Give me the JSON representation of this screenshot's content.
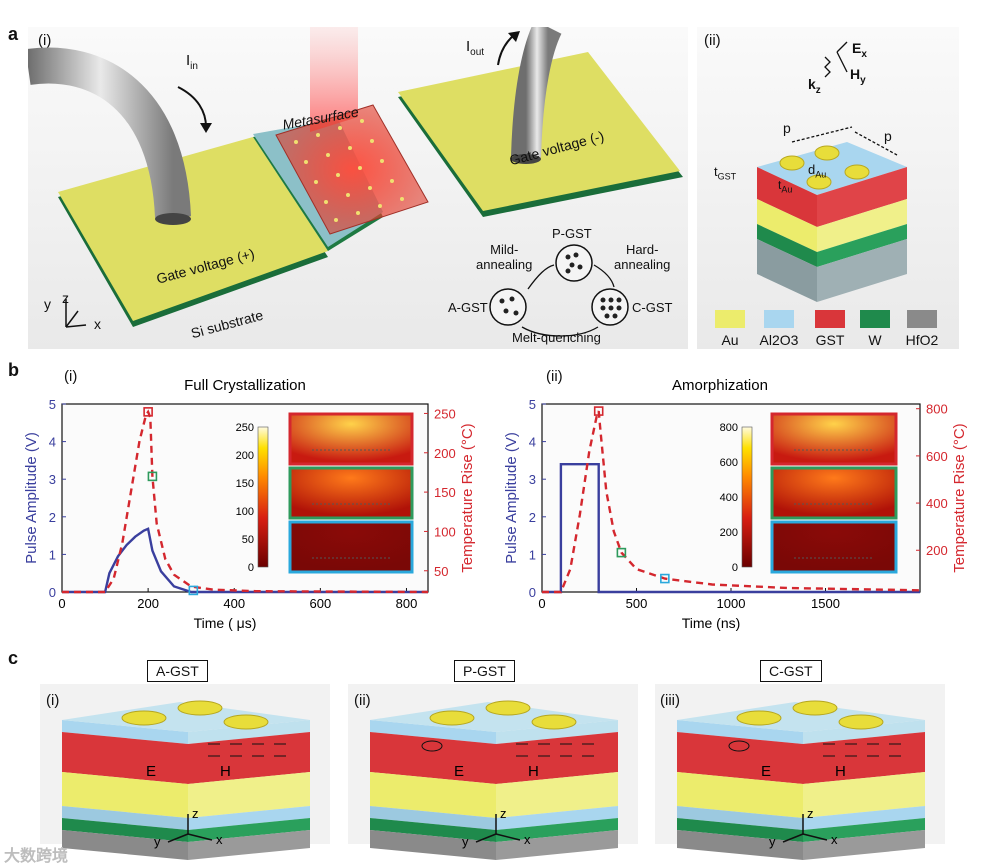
{
  "panel_a": {
    "letter": "a",
    "sub_i": "(i)",
    "sub_ii": "(ii)",
    "i_in": "I",
    "i_in_sub": "in",
    "i_out": "I",
    "i_out_sub": "out",
    "metasurface": "Metasurface",
    "gate_plus": "Gate voltage (+)",
    "gate_minus": "Gate voltage (-)",
    "substrate": "Si substrate",
    "axes": {
      "y": "y",
      "z": "z",
      "x": "x"
    },
    "cycle": {
      "pgst": "P-GST",
      "agst": "A-GST",
      "cgst": "C-GST",
      "mild": "Mild-",
      "mild2": "annealing",
      "hard": "Hard-",
      "hard2": "annealing",
      "melt": "Melt-quenching"
    },
    "unit_cell": {
      "ex": "E",
      "ex_sub": "x",
      "hy": "H",
      "hy_sub": "y",
      "kz": "k",
      "kz_sub": "z",
      "p1": "p",
      "p2": "p",
      "tgst": "t",
      "tgst_sub": "GST",
      "dau": "d",
      "dau_sub": "Au",
      "tau": "t",
      "tau_sub": "Au"
    },
    "legend": [
      {
        "label": "Au",
        "color": "#ecec6c"
      },
      {
        "label": "Al2O3",
        "color": "#a9d6ef"
      },
      {
        "label": "GST",
        "color": "#d9363a"
      },
      {
        "label": "W",
        "color": "#1f8a4c"
      },
      {
        "label": "HfO2",
        "color": "#8a8a8a"
      }
    ]
  },
  "panel_b": {
    "letter": "b",
    "sub_i": "(i)",
    "sub_ii": "(ii)"
  },
  "chart_data": [
    {
      "type": "line",
      "title": "Full Crystallization",
      "xlabel": "Time ( μs)",
      "ylabel_left": "Pulse Amplitude (V)",
      "ylabel_right": "Temperature Rise (°C)",
      "xlim": [
        0,
        850
      ],
      "ylim_left": [
        0,
        5
      ],
      "ylim_right": [
        23,
        262
      ],
      "x_ticks": [
        "0",
        "200",
        "400",
        "600",
        "800"
      ],
      "y_left_ticks": [
        "0",
        "1",
        "2",
        "3",
        "4",
        "5"
      ],
      "y_right_ticks": [
        "50",
        "100",
        "150",
        "200",
        "250"
      ],
      "colorbar_ticks": [
        "0",
        "50",
        "100",
        "150",
        "200",
        "250"
      ],
      "series": [
        {
          "axis": "left",
          "color": "#3a3f9e",
          "style": "solid",
          "x": [
            0,
            100,
            110,
            130,
            150,
            170,
            190,
            200,
            210,
            230,
            260,
            300,
            850
          ],
          "y": [
            0,
            0,
            0.5,
            0.95,
            1.25,
            1.47,
            1.63,
            1.68,
            1.1,
            0.55,
            0.15,
            0,
            0
          ]
        },
        {
          "axis": "right",
          "color": "#d4272e",
          "style": "dashed",
          "x": [
            0,
            100,
            120,
            140,
            160,
            180,
            195,
            200,
            205,
            210,
            220,
            240,
            260,
            300,
            350,
            450,
            850
          ],
          "y": [
            23,
            23,
            40,
            85,
            150,
            215,
            248,
            252,
            245,
            170,
            110,
            65,
            45,
            30,
            26,
            24,
            23
          ]
        }
      ],
      "markers": [
        {
          "x": 200,
          "y_right": 252,
          "color": "#d4272e"
        },
        {
          "x": 210,
          "y_right": 170,
          "color": "#2e9a5c"
        },
        {
          "x": 305,
          "y_right": 25,
          "color": "#2aa8dc"
        }
      ]
    },
    {
      "type": "line",
      "title": "Amorphization",
      "xlabel": "Time (ns)",
      "ylabel_left": "Pulse Amplitude (V)",
      "ylabel_right": "Temperature Rise (°C)",
      "xlim": [
        0,
        2000
      ],
      "ylim_left": [
        0,
        5
      ],
      "ylim_right": [
        23,
        820
      ],
      "x_ticks": [
        "0",
        "500",
        "1000",
        "1500"
      ],
      "y_left_ticks": [
        "0",
        "1",
        "2",
        "3",
        "4",
        "5"
      ],
      "y_right_ticks": [
        "200",
        "400",
        "600",
        "800"
      ],
      "colorbar_ticks": [
        "0",
        "200",
        "400",
        "600",
        "800"
      ],
      "series": [
        {
          "axis": "left",
          "color": "#3a3f9e",
          "style": "solid",
          "x": [
            0,
            100,
            100,
            300,
            300,
            2000
          ],
          "y": [
            0,
            0,
            3.4,
            3.4,
            0,
            0
          ]
        },
        {
          "axis": "right",
          "color": "#d4272e",
          "style": "dashed",
          "x": [
            0,
            100,
            150,
            200,
            250,
            290,
            300,
            310,
            340,
            380,
            420,
            500,
            650,
            900,
            1300,
            2000
          ],
          "y": [
            23,
            23,
            120,
            350,
            620,
            770,
            790,
            700,
            450,
            280,
            190,
            120,
            80,
            55,
            40,
            30
          ]
        }
      ],
      "markers": [
        {
          "x": 300,
          "y_right": 790,
          "color": "#d4272e"
        },
        {
          "x": 420,
          "y_right": 190,
          "color": "#2e9a5c"
        },
        {
          "x": 650,
          "y_right": 80,
          "color": "#2aa8dc"
        }
      ]
    }
  ],
  "panel_c": {
    "letter": "c",
    "labels": [
      "A-GST",
      "P-GST",
      "C-GST"
    ],
    "subs": [
      "(i)",
      "(ii)",
      "(iii)"
    ],
    "e_label": "E",
    "h_label": "H",
    "axes": {
      "y": "y",
      "z": "z",
      "x": "x"
    }
  },
  "watermark": "大数跨境"
}
